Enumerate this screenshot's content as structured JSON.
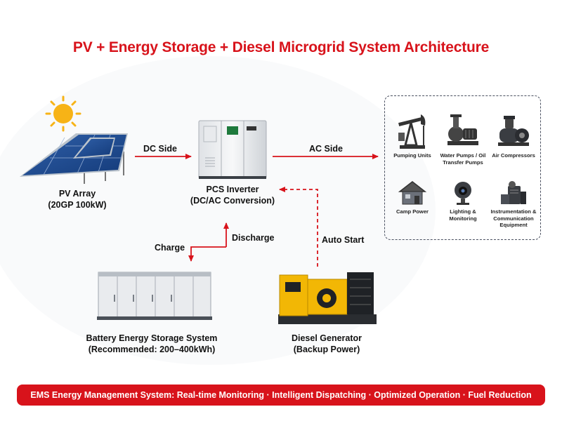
{
  "title": "PV + Energy Storage + Diesel Microgrid System Architecture",
  "nodes": {
    "pv_array": {
      "line1": "PV Array",
      "line2": "(20GP 100kW)"
    },
    "pcs_inverter": {
      "line1": "PCS Inverter",
      "line2": "(DC/AC Conversion)"
    },
    "battery": {
      "line1": "Battery Energy Storage System",
      "line2": "(Recommended: 200–400kWh)"
    },
    "diesel": {
      "line1": "Diesel Generator",
      "line2": "(Backup Power)"
    }
  },
  "edges": {
    "dc_side": "DC Side",
    "ac_side": "AC Side",
    "charge": "Charge",
    "discharge": "Discharge",
    "auto_start": "Auto Start"
  },
  "loads": [
    {
      "icon": "pumpjack-icon",
      "label": "Pumping Units"
    },
    {
      "icon": "water-pump-icon",
      "label": "Water Pumps / Oil Transfer Pumps"
    },
    {
      "icon": "air-compressor-icon",
      "label": "Air Compressors"
    },
    {
      "icon": "house-icon",
      "label": "Camp Power"
    },
    {
      "icon": "camera-icon",
      "label": "Lighting & Monitoring"
    },
    {
      "icon": "instrument-icon",
      "label": "Instrumentation & Communication Equipment"
    }
  ],
  "ems_banner": "EMS Energy Management System: Real-time Monitoring · Intelligent Dispatching · Optimized Operation · Fuel Reduction",
  "colors": {
    "accent": "#d8131b",
    "arrow": "#d8131b",
    "panel_border": "#4a5060"
  }
}
